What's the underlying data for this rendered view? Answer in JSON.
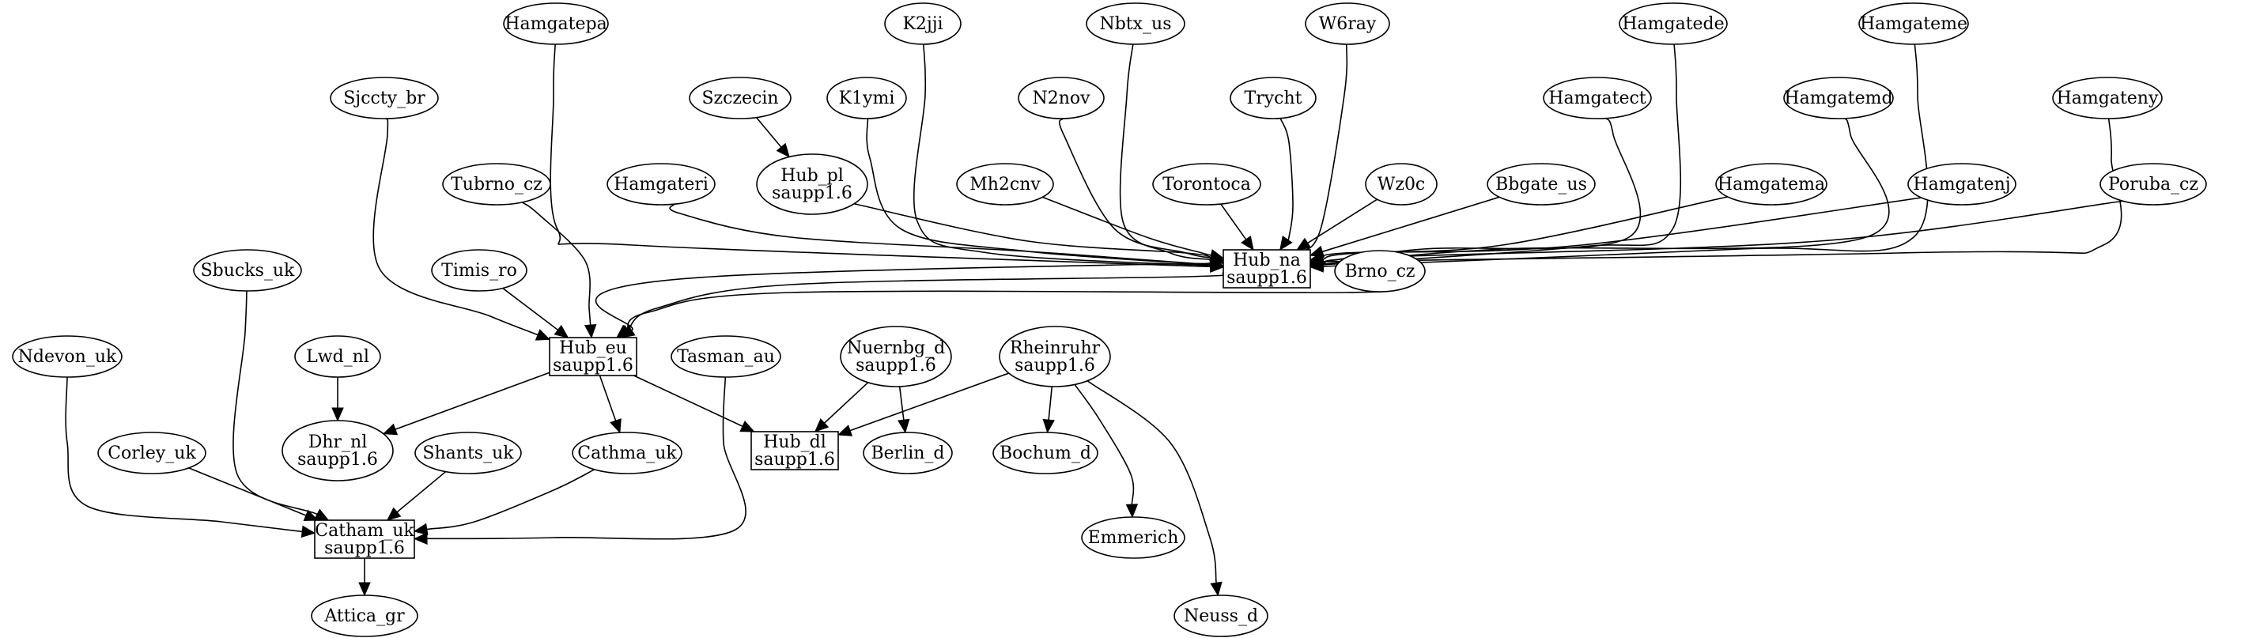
{
  "nodes": [
    {
      "id": "Hamgatepa",
      "shape": "ellipse",
      "lines": [
        "Hamgatepa"
      ]
    },
    {
      "id": "K2jji",
      "shape": "ellipse",
      "lines": [
        "K2jji"
      ]
    },
    {
      "id": "Nbtx_us",
      "shape": "ellipse",
      "lines": [
        "Nbtx_us"
      ]
    },
    {
      "id": "W6ray",
      "shape": "ellipse",
      "lines": [
        "W6ray"
      ]
    },
    {
      "id": "Hamgatede",
      "shape": "ellipse",
      "lines": [
        "Hamgatede"
      ]
    },
    {
      "id": "Hamgateme",
      "shape": "ellipse",
      "lines": [
        "Hamgateme"
      ]
    },
    {
      "id": "Sjccty_br",
      "shape": "ellipse",
      "lines": [
        "Sjccty_br"
      ]
    },
    {
      "id": "Szczecin",
      "shape": "ellipse",
      "lines": [
        "Szczecin"
      ]
    },
    {
      "id": "K1ymi",
      "shape": "ellipse",
      "lines": [
        "K1ymi"
      ]
    },
    {
      "id": "N2nov",
      "shape": "ellipse",
      "lines": [
        "N2nov"
      ]
    },
    {
      "id": "Trycht",
      "shape": "ellipse",
      "lines": [
        "Trycht"
      ]
    },
    {
      "id": "Hamgatect",
      "shape": "ellipse",
      "lines": [
        "Hamgatect"
      ]
    },
    {
      "id": "Hamgatemd",
      "shape": "ellipse",
      "lines": [
        "Hamgatemd"
      ]
    },
    {
      "id": "Hamgateny",
      "shape": "ellipse",
      "lines": [
        "Hamgateny"
      ]
    },
    {
      "id": "Tubrno_cz",
      "shape": "ellipse",
      "lines": [
        "Tubrno_cz"
      ]
    },
    {
      "id": "Hamgateri",
      "shape": "ellipse",
      "lines": [
        "Hamgateri"
      ]
    },
    {
      "id": "Hub_pl",
      "shape": "ellipse",
      "lines": [
        "Hub_pl",
        "saupp1.6"
      ]
    },
    {
      "id": "Mh2cnv",
      "shape": "ellipse",
      "lines": [
        "Mh2cnv"
      ]
    },
    {
      "id": "Torontoca",
      "shape": "ellipse",
      "lines": [
        "Torontoca"
      ]
    },
    {
      "id": "Wz0c",
      "shape": "ellipse",
      "lines": [
        "Wz0c"
      ]
    },
    {
      "id": "Bbgate_us",
      "shape": "ellipse",
      "lines": [
        "Bbgate_us"
      ]
    },
    {
      "id": "Hamgatema",
      "shape": "ellipse",
      "lines": [
        "Hamgatema"
      ]
    },
    {
      "id": "Hamgatenj",
      "shape": "ellipse",
      "lines": [
        "Hamgatenj"
      ]
    },
    {
      "id": "Poruba_cz",
      "shape": "ellipse",
      "lines": [
        "Poruba_cz"
      ]
    },
    {
      "id": "Hub_na",
      "shape": "box",
      "lines": [
        "Hub_na",
        "saupp1.6"
      ]
    },
    {
      "id": "Brno_cz",
      "shape": "ellipse",
      "lines": [
        "Brno_cz"
      ]
    },
    {
      "id": "Sbucks_uk",
      "shape": "ellipse",
      "lines": [
        "Sbucks_uk"
      ]
    },
    {
      "id": "Timis_ro",
      "shape": "ellipse",
      "lines": [
        "Timis_ro"
      ]
    },
    {
      "id": "Ndevon_uk",
      "shape": "ellipse",
      "lines": [
        "Ndevon_uk"
      ]
    },
    {
      "id": "Lwd_nl",
      "shape": "ellipse",
      "lines": [
        "Lwd_nl"
      ]
    },
    {
      "id": "Hub_eu",
      "shape": "box",
      "lines": [
        "Hub_eu",
        "saupp1.6"
      ]
    },
    {
      "id": "Tasman_au",
      "shape": "ellipse",
      "lines": [
        "Tasman_au"
      ]
    },
    {
      "id": "Nuernbg_d",
      "shape": "ellipse",
      "lines": [
        "Nuernbg_d",
        "saupp1.6"
      ]
    },
    {
      "id": "Rheinruhr",
      "shape": "ellipse",
      "lines": [
        "Rheinruhr",
        "saupp1.6"
      ]
    },
    {
      "id": "Dhr_nl",
      "shape": "ellipse",
      "lines": [
        "Dhr_nl",
        "saupp1.6"
      ]
    },
    {
      "id": "Corley_uk",
      "shape": "ellipse",
      "lines": [
        "Corley_uk"
      ]
    },
    {
      "id": "Shants_uk",
      "shape": "ellipse",
      "lines": [
        "Shants_uk"
      ]
    },
    {
      "id": "Cathma_uk",
      "shape": "ellipse",
      "lines": [
        "Cathma_uk"
      ]
    },
    {
      "id": "Hub_dl",
      "shape": "box",
      "lines": [
        "Hub_dl",
        "saupp1.6"
      ]
    },
    {
      "id": "Berlin_d",
      "shape": "ellipse",
      "lines": [
        "Berlin_d"
      ]
    },
    {
      "id": "Bochum_d",
      "shape": "ellipse",
      "lines": [
        "Bochum_d"
      ]
    },
    {
      "id": "Catham_uk",
      "shape": "box",
      "lines": [
        "Catham_uk",
        "saupp1.6"
      ]
    },
    {
      "id": "Emmerich",
      "shape": "ellipse",
      "lines": [
        "Emmerich"
      ]
    },
    {
      "id": "Attica_gr",
      "shape": "ellipse",
      "lines": [
        "Attica_gr"
      ]
    },
    {
      "id": "Neuss_d",
      "shape": "ellipse",
      "lines": [
        "Neuss_d"
      ]
    }
  ],
  "edges": [
    {
      "from": "Hamgatepa",
      "to": "Hub_na"
    },
    {
      "from": "K2jji",
      "to": "Hub_na"
    },
    {
      "from": "Nbtx_us",
      "to": "Hub_na"
    },
    {
      "from": "W6ray",
      "to": "Hub_na"
    },
    {
      "from": "Hamgatede",
      "to": "Hub_na"
    },
    {
      "from": "Hamgateme",
      "to": "Hub_na"
    },
    {
      "from": "Szczecin",
      "to": "Hub_pl"
    },
    {
      "from": "K1ymi",
      "to": "Hub_na"
    },
    {
      "from": "N2nov",
      "to": "Hub_na"
    },
    {
      "from": "Trycht",
      "to": "Hub_na"
    },
    {
      "from": "Hamgatect",
      "to": "Hub_na"
    },
    {
      "from": "Hamgatemd",
      "to": "Hub_na"
    },
    {
      "from": "Hamgateny",
      "to": "Hub_eu"
    },
    {
      "from": "Hamgateri",
      "to": "Hub_na"
    },
    {
      "from": "Hub_pl",
      "to": "Hub_na"
    },
    {
      "from": "Mh2cnv",
      "to": "Hub_na"
    },
    {
      "from": "Torontoca",
      "to": "Hub_na"
    },
    {
      "from": "Wz0c",
      "to": "Hub_na"
    },
    {
      "from": "Bbgate_us",
      "to": "Hub_na"
    },
    {
      "from": "Hamgatema",
      "to": "Hub_na"
    },
    {
      "from": "Hamgatenj",
      "to": "Hub_na"
    },
    {
      "from": "Poruba_cz",
      "to": "Hub_na"
    },
    {
      "from": "Hub_na",
      "to": "Hub_eu"
    },
    {
      "from": "Brno_cz",
      "to": "Hub_eu"
    },
    {
      "from": "Sjccty_br",
      "to": "Hub_eu"
    },
    {
      "from": "Tubrno_cz",
      "to": "Hub_eu"
    },
    {
      "from": "Timis_ro",
      "to": "Hub_eu"
    },
    {
      "from": "Lwd_nl",
      "to": "Dhr_nl"
    },
    {
      "from": "Hub_eu",
      "to": "Dhr_nl"
    },
    {
      "from": "Hub_eu",
      "to": "Cathma_uk"
    },
    {
      "from": "Hub_eu",
      "to": "Hub_dl"
    },
    {
      "from": "Nuernbg_d",
      "to": "Hub_dl"
    },
    {
      "from": "Nuernbg_d",
      "to": "Berlin_d"
    },
    {
      "from": "Rheinruhr",
      "to": "Hub_dl"
    },
    {
      "from": "Rheinruhr",
      "to": "Bochum_d"
    },
    {
      "from": "Rheinruhr",
      "to": "Emmerich"
    },
    {
      "from": "Rheinruhr",
      "to": "Neuss_d"
    },
    {
      "from": "Sbucks_uk",
      "to": "Catham_uk"
    },
    {
      "from": "Ndevon_uk",
      "to": "Catham_uk"
    },
    {
      "from": "Corley_uk",
      "to": "Catham_uk"
    },
    {
      "from": "Shants_uk",
      "to": "Catham_uk"
    },
    {
      "from": "Cathma_uk",
      "to": "Catham_uk"
    },
    {
      "from": "Tasman_au",
      "to": "Catham_uk"
    },
    {
      "from": "Catham_uk",
      "to": "Attica_gr"
    }
  ]
}
